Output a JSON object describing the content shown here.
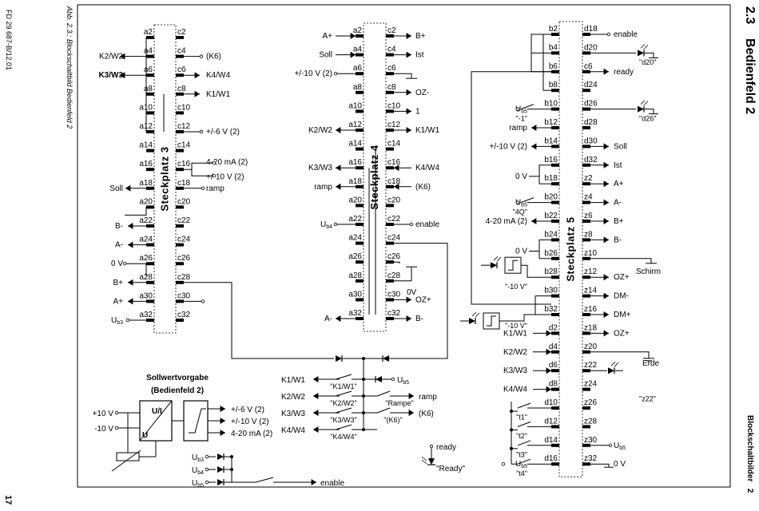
{
  "page": {
    "number": "17",
    "doc_code": "FD 29 687-B/12.01",
    "figure_caption": "Abb. 2.3.: Blockschaltbild Bedienfeld 2",
    "section_number": "2.3",
    "section_title": "Bedienfeld 2",
    "chapter_title": "Blockschaltbilder",
    "chapter_number": "2"
  },
  "slots": {
    "s3": {
      "name": "Steckplatz 3",
      "left_pins": [
        "a2",
        "a4",
        "a6",
        "a8",
        "a10",
        "a12",
        "a14",
        "a16",
        "a18",
        "a20",
        "a22",
        "a24",
        "a26",
        "a28",
        "a30",
        "a32"
      ],
      "right_pins": [
        "c2",
        "c4",
        "c6",
        "c8",
        "c10",
        "c12",
        "c14",
        "c16",
        "c18",
        "c20",
        "c22",
        "c24",
        "c26",
        "c28",
        "c30",
        "c32"
      ],
      "left_signals": [
        {
          "row": 2,
          "text": "K2/W2"
        },
        {
          "row": 3,
          "text": "K3/W3"
        },
        {
          "row": 9,
          "text": "Soll"
        },
        {
          "row": 11,
          "text": "B-"
        },
        {
          "row": 12,
          "text": "A-"
        },
        {
          "row": 13,
          "text": "0 V"
        },
        {
          "row": 14,
          "text": "B+"
        },
        {
          "row": 15,
          "text": "A+"
        },
        {
          "row": 16,
          "text": "Ub3"
        }
      ],
      "right_signals": [
        {
          "row": 2,
          "text": "(K6)"
        },
        {
          "row": 3,
          "text": "K4/W4"
        },
        {
          "row": 4,
          "text": "K1/W1"
        },
        {
          "row": 6,
          "text": "+/-6 V (2)"
        },
        {
          "row": 7.6,
          "text": "4-20 mA (2)"
        },
        {
          "row": 8.4,
          "text": "+/-10 V (2)"
        },
        {
          "row": 9,
          "text": "ramp"
        }
      ]
    },
    "s4": {
      "name": "Steckplatz 4",
      "left_pins": [
        "a2",
        "a4",
        "a6",
        "a8",
        "a10",
        "a12",
        "a14",
        "a16",
        "a18",
        "a20",
        "a22",
        "a24",
        "a26",
        "a28",
        "a30",
        "a32"
      ],
      "right_pins": [
        "c2",
        "c4",
        "c6",
        "c8",
        "c10",
        "c12",
        "c14",
        "c16",
        "c18",
        "c20",
        "c22",
        "c24",
        "c26",
        "c28",
        "c30",
        "c32"
      ],
      "left_signals": [
        {
          "row": 1,
          "text": "A+"
        },
        {
          "row": 2,
          "text": "Soll"
        },
        {
          "row": 3,
          "text": "+/-10 V (2)"
        },
        {
          "row": 6,
          "text": "K2/W2"
        },
        {
          "row": 8,
          "text": "K3/W3"
        },
        {
          "row": 9,
          "text": "ramp"
        },
        {
          "row": 11,
          "text": "Ub4"
        },
        {
          "row": 16,
          "text": "A-"
        }
      ],
      "right_signals": [
        {
          "row": 1,
          "text": "B+"
        },
        {
          "row": 2,
          "text": "Ist"
        },
        {
          "row": 4,
          "text": "OZ-"
        },
        {
          "row": 5,
          "text": "1"
        },
        {
          "row": 6,
          "text": "K1/W1"
        },
        {
          "row": 8,
          "text": "K4/W4"
        },
        {
          "row": 9,
          "text": "(K6)"
        },
        {
          "row": 11,
          "text": "enable"
        },
        {
          "row": 14.6,
          "text": "0V"
        },
        {
          "row": 15,
          "text": "OZ+"
        },
        {
          "row": 16,
          "text": "B-"
        }
      ]
    },
    "s5": {
      "name": "Steckplatz 5",
      "left_pins": [
        "b2",
        "b4",
        "b6",
        "b8",
        "b10",
        "b12",
        "b14",
        "b16",
        "b18",
        "b20",
        "b22",
        "b24",
        "b26",
        "b28",
        "b30",
        "b32",
        "d2",
        "d4",
        "d6",
        "d8",
        "d10",
        "d12",
        "d14",
        "d16"
      ],
      "right_pins": [
        "d18",
        "d20",
        "c6",
        "d24",
        "d26",
        "d28",
        "d30",
        "d32",
        "z2",
        "z4",
        "z6",
        "z8",
        "z10",
        "z12",
        "z14",
        "z16",
        "z18",
        "z20",
        "z22",
        "z24",
        "z26",
        "z28",
        "z30",
        "z32"
      ],
      "left_signals": [
        {
          "row": 5,
          "text": "Ub5"
        },
        {
          "row": 6,
          "text": "ramp"
        },
        {
          "row": 7,
          "text": "+/-10 V (2)"
        },
        {
          "row": 8.6,
          "text": "0 V"
        },
        {
          "row": 10,
          "text": "Ub5"
        },
        {
          "row": 11,
          "text": "4-20 mA (2)"
        },
        {
          "row": 12.6,
          "text": "0 V"
        },
        {
          "row": 17,
          "text": "K1/W1"
        },
        {
          "row": 18,
          "text": "K2/W2"
        },
        {
          "row": 19,
          "text": "K3/W3"
        },
        {
          "row": 20,
          "text": "K4/W4"
        },
        {
          "row": 24,
          "text": "Ub5"
        }
      ],
      "right_signals": [
        {
          "row": 1,
          "text": "enable"
        },
        {
          "row": 3,
          "text": "ready"
        },
        {
          "row": 7,
          "text": "Soll"
        },
        {
          "row": 8,
          "text": "Ist"
        },
        {
          "row": 9,
          "text": "A+"
        },
        {
          "row": 10,
          "text": "A-"
        },
        {
          "row": 11,
          "text": "B+"
        },
        {
          "row": 12,
          "text": "B-"
        },
        {
          "row": 13.7,
          "text": "Schirm"
        },
        {
          "row": 14,
          "text": "OZ+"
        },
        {
          "row": 15,
          "text": "DM-"
        },
        {
          "row": 16,
          "text": "DM+"
        },
        {
          "row": 17,
          "text": "OZ+"
        },
        {
          "row": 18.6,
          "text": "Erde"
        },
        {
          "row": 23,
          "text": "Ub5"
        },
        {
          "row": 24,
          "text": "0 V"
        }
      ],
      "quoted_labels": [
        {
          "side": "right",
          "row": 2.5,
          "text": "\"d20\""
        },
        {
          "side": "right",
          "row": 5.5,
          "text": "\"d26\""
        },
        {
          "side": "right",
          "row": 20.5,
          "text": "\"z22\""
        },
        {
          "side": "left",
          "row": 5.5,
          "text": "\"-1\""
        },
        {
          "side": "left",
          "row": 10.5,
          "text": "\"4Q\""
        },
        {
          "side": "left",
          "row": 14.5,
          "text": "\"-10 V\""
        },
        {
          "side": "left",
          "row": 16.6,
          "text": "\"-10 V\""
        },
        {
          "side": "left",
          "row": 21.5,
          "text": "\"t1\""
        },
        {
          "side": "left",
          "row": 22.5,
          "text": "\"t2\""
        },
        {
          "side": "left",
          "row": 23.5,
          "text": "\"t3\""
        },
        {
          "side": "left",
          "row": 24.5,
          "text": "\"t4\""
        }
      ]
    }
  },
  "switch_block": {
    "rows": [
      {
        "left": "K1/W1",
        "quote": "\"K1/W1\"",
        "right": "Ub5"
      },
      {
        "left": "K2/W2",
        "quote": "\"K2/W2\"",
        "right": "ramp",
        "quote2": "\"Rampe\""
      },
      {
        "left": "K3/W3",
        "quote": "\"K3/W3\"",
        "right": "(K6)",
        "quote2": "\"(K6)\""
      },
      {
        "left": "K4/W4",
        "quote": "\"K4/W4\""
      }
    ]
  },
  "sollwert": {
    "title_line1": "Sollwertvorgabe",
    "title_line2": "(Bedienfeld 2)",
    "converter_top": "U/I",
    "converter_bottom": "U",
    "in_plus": "+10 V",
    "in_minus": "-10 V",
    "outputs": [
      "+/-6 V (2)",
      "+/-10 V (2)",
      "4-20 mA (2)"
    ]
  },
  "enable_block": {
    "inputs": [
      "Ub3",
      "Ub4",
      "Ub5"
    ],
    "output": "enable"
  },
  "ready_block": {
    "label": "ready",
    "led_label": "\"Ready\""
  }
}
